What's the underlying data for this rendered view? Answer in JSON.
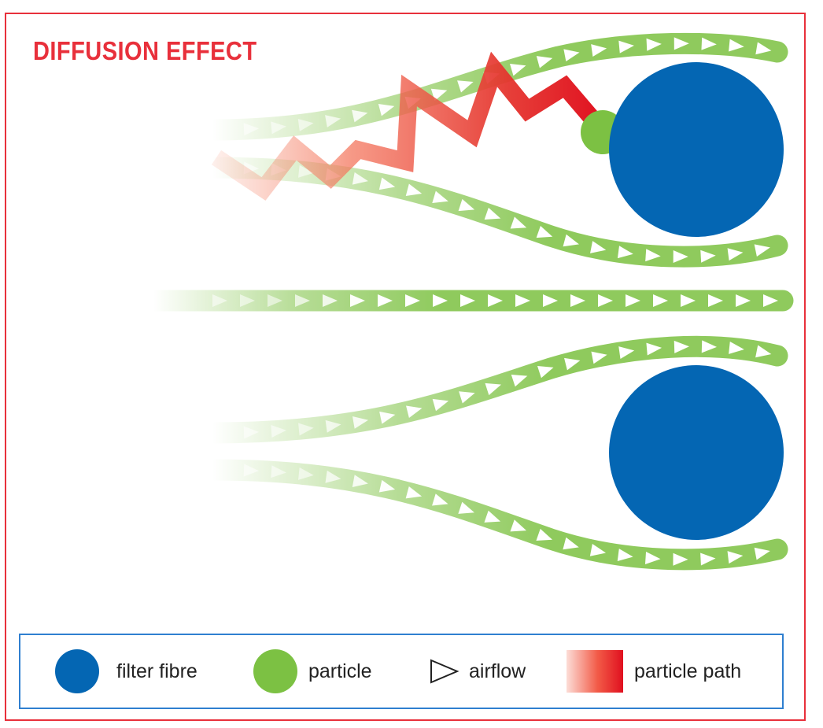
{
  "title": "DIFFUSION EFFECT",
  "colors": {
    "frame": "#e8303b",
    "title": "#e8303b",
    "filter_fibre": "#0466b3",
    "particle": "#7cc143",
    "airflow": "#8fca5d",
    "particle_path_start": "#f79a82",
    "particle_path_end": "#e0101f",
    "legend_border": "#2f7fd0"
  },
  "legend": {
    "items": [
      {
        "label": "filter fibre",
        "icon": "filter-fibre-circle"
      },
      {
        "label": "particle",
        "icon": "particle-circle"
      },
      {
        "label": "airflow",
        "icon": "airflow-arrow-icon"
      },
      {
        "label": "particle path",
        "icon": "particle-path-gradient"
      }
    ]
  }
}
